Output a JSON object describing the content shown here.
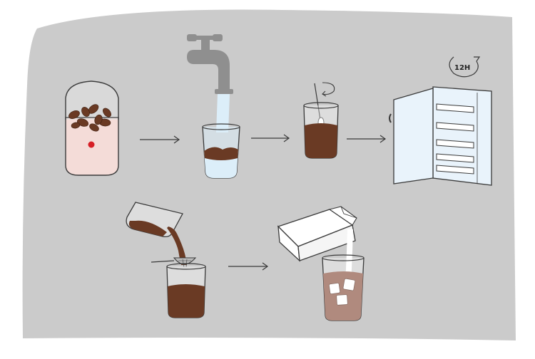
{
  "timer_label": "12H",
  "colors": {
    "background": "#ffffff",
    "panel": "#cbcbcb",
    "outline": "#3a3a3a",
    "coffee": "#6a3a24",
    "coffee_dark": "#4a2716",
    "water": "#dceef9",
    "milk_coffee": "#b08a7e",
    "grinder_body": "#f4dcd8",
    "fridge": "#e9f3fb",
    "faucet": "#8f8f8f",
    "button_red": "#d61f26"
  },
  "steps": [
    {
      "name": "grind-beans",
      "icon": "grinder-icon"
    },
    {
      "name": "add-water",
      "icon": "faucet-icon"
    },
    {
      "name": "stir",
      "icon": "spoon-icon"
    },
    {
      "name": "refrigerate",
      "icon": "fridge-icon"
    },
    {
      "name": "strain",
      "icon": "strainer-icon"
    },
    {
      "name": "add-milk",
      "icon": "milk-carton-icon"
    }
  ]
}
